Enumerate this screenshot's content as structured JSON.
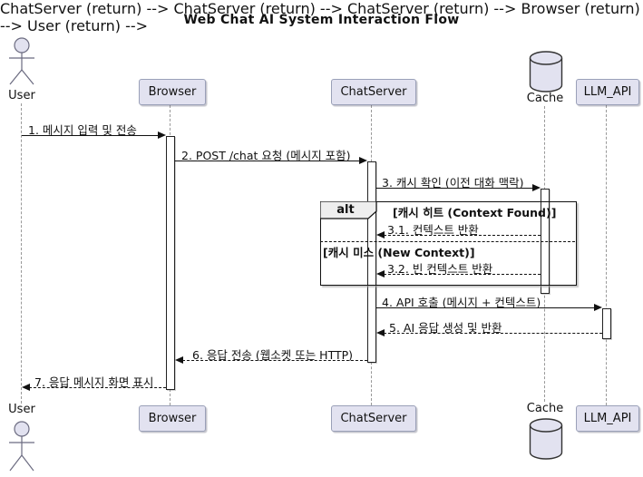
{
  "title": "Web Chat AI System Interaction Flow",
  "diagram_type": "sequence",
  "participants": {
    "user": {
      "label": "User",
      "type": "actor"
    },
    "browser": {
      "label": "Browser",
      "type": "participant"
    },
    "chatserver": {
      "label": "ChatServer",
      "type": "participant"
    },
    "cache": {
      "label": "Cache",
      "type": "database"
    },
    "llm_api": {
      "label": "LLM_API",
      "type": "participant"
    }
  },
  "messages": [
    {
      "label": "1. 메시지 입력 및 전송",
      "from": "User",
      "to": "Browser",
      "line": "solid"
    },
    {
      "label": "2. POST /chat 요청 (메시지 포함)",
      "from": "Browser",
      "to": "ChatServer",
      "line": "solid"
    },
    {
      "label": "3. 캐시 확인 (이전 대화 맥락)",
      "from": "ChatServer",
      "to": "Cache",
      "line": "solid"
    },
    {
      "label": "3.1. 컨텍스트 반환",
      "from": "Cache",
      "to": "ChatServer",
      "line": "dashed"
    },
    {
      "label": "3.2. 빈 컨텍스트 반환",
      "from": "Cache",
      "to": "ChatServer",
      "line": "dashed"
    },
    {
      "label": "4. API 호출 (메시지 + 컨텍스트)",
      "from": "ChatServer",
      "to": "LLM_API",
      "line": "solid"
    },
    {
      "label": "5. AI 응답 생성 및 반환",
      "from": "LLM_API",
      "to": "ChatServer",
      "line": "dashed"
    },
    {
      "label": "6. 응답 전송 (웹소켓 또는 HTTP)",
      "from": "ChatServer",
      "to": "Browser",
      "line": "dashed"
    },
    {
      "label": "7. 응답 메시지 화면 표시",
      "from": "Browser",
      "to": "User",
      "line": "dashed"
    }
  ],
  "alt_frame": {
    "keyword": "alt",
    "condition_hit": "[캐시 히트 (Context Found)]",
    "condition_miss": "[캐시 미스 (New Context)]"
  },
  "colors": {
    "participant_fill": "#E2E2F0",
    "participant_border": "#9aa0b8",
    "lifeline": "#999999",
    "frame_border": "#111111",
    "alt_label_fill": "#EEEEEE",
    "arrow": "#111111"
  }
}
